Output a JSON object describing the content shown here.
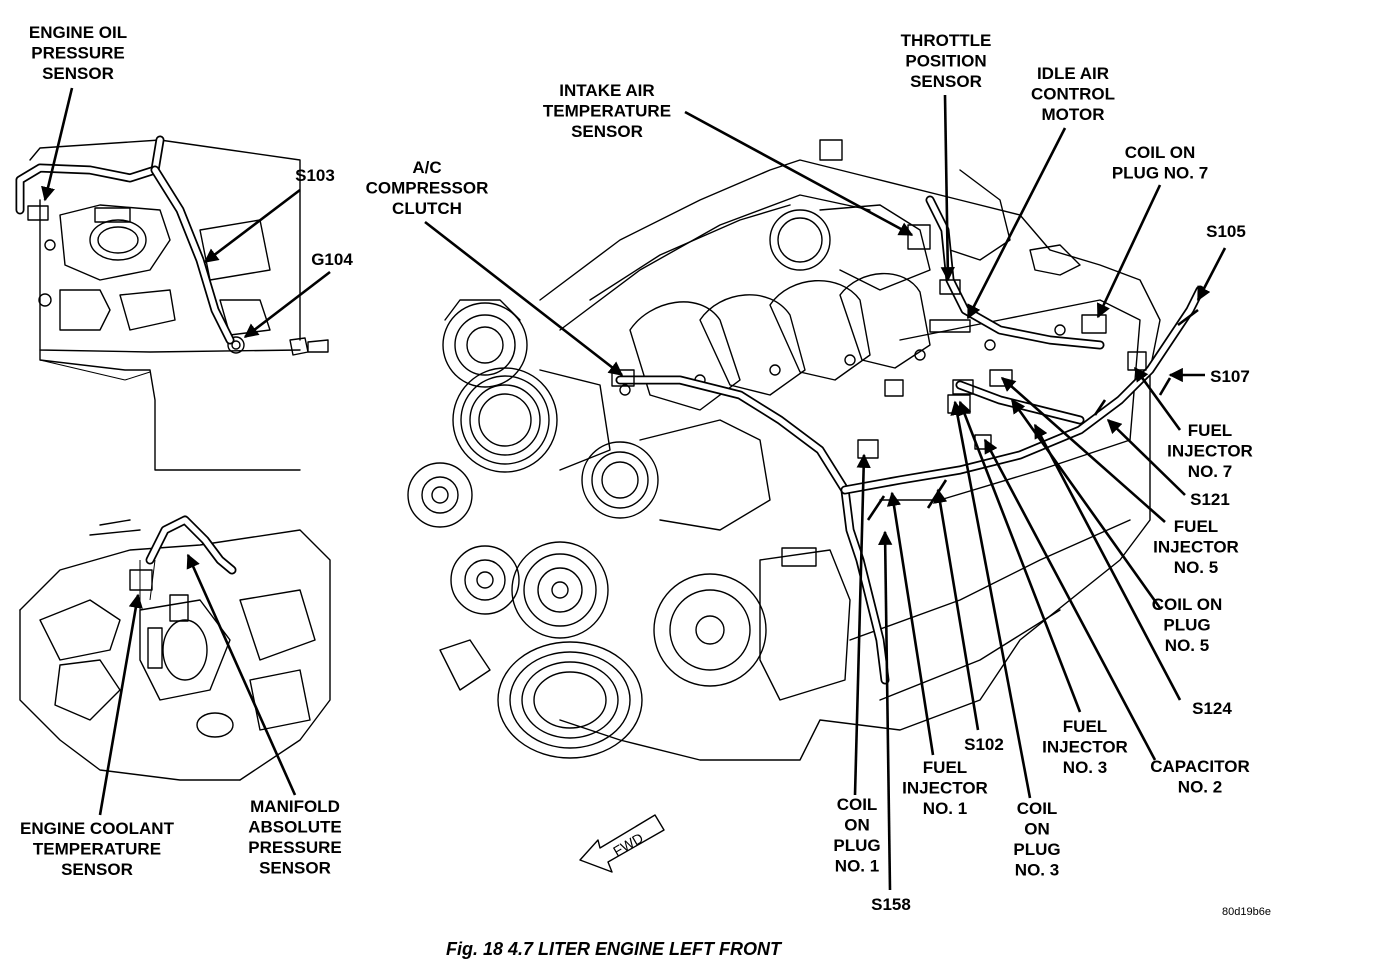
{
  "labels": {
    "engine_oil_pressure_sensor": [
      "ENGINE OIL",
      "PRESSURE",
      "SENSOR"
    ],
    "s103": [
      "S103"
    ],
    "g104": [
      "G104"
    ],
    "engine_coolant_temperature_sensor": [
      "ENGINE COOLANT",
      "TEMPERATURE",
      "SENSOR"
    ],
    "manifold_absolute_pressure_sensor": [
      "MANIFOLD",
      "ABSOLUTE",
      "PRESSURE",
      "SENSOR"
    ],
    "ac_compressor_clutch": [
      "A/C",
      "COMPRESSOR",
      "CLUTCH"
    ],
    "intake_air_temperature_sensor": [
      "INTAKE AIR",
      "TEMPERATURE",
      "SENSOR"
    ],
    "throttle_position_sensor": [
      "THROTTLE",
      "POSITION",
      "SENSOR"
    ],
    "idle_air_control_motor": [
      "IDLE AIR",
      "CONTROL",
      "MOTOR"
    ],
    "coil_on_plug_no_7": [
      "COIL ON",
      "PLUG NO. 7"
    ],
    "s105": [
      "S105"
    ],
    "s107": [
      "S107"
    ],
    "fuel_injector_no_7": [
      "FUEL",
      "INJECTOR",
      "NO. 7"
    ],
    "s121": [
      "S121"
    ],
    "fuel_injector_no_5": [
      "FUEL",
      "INJECTOR",
      "NO. 5"
    ],
    "coil_on_plug_no_5": [
      "COIL ON",
      "PLUG",
      "NO. 5"
    ],
    "s124": [
      "S124"
    ],
    "capacitor_no_2": [
      "CAPACITOR",
      "NO. 2"
    ],
    "fuel_injector_no_3": [
      "FUEL",
      "INJECTOR",
      "NO. 3"
    ],
    "s102": [
      "S102"
    ],
    "fuel_injector_no_1": [
      "FUEL",
      "INJECTOR",
      "NO. 1"
    ],
    "coil_on_plug_no_1": [
      "COIL",
      "ON",
      "PLUG",
      "NO. 1"
    ],
    "coil_on_plug_no_3": [
      "COIL",
      "ON",
      "PLUG",
      "NO. 3"
    ],
    "s158": [
      "S158"
    ]
  },
  "fwd_label": "FWD",
  "figure_code": "80d19b6e",
  "caption": "Fig. 18 4.7 LITER ENGINE LEFT FRONT"
}
